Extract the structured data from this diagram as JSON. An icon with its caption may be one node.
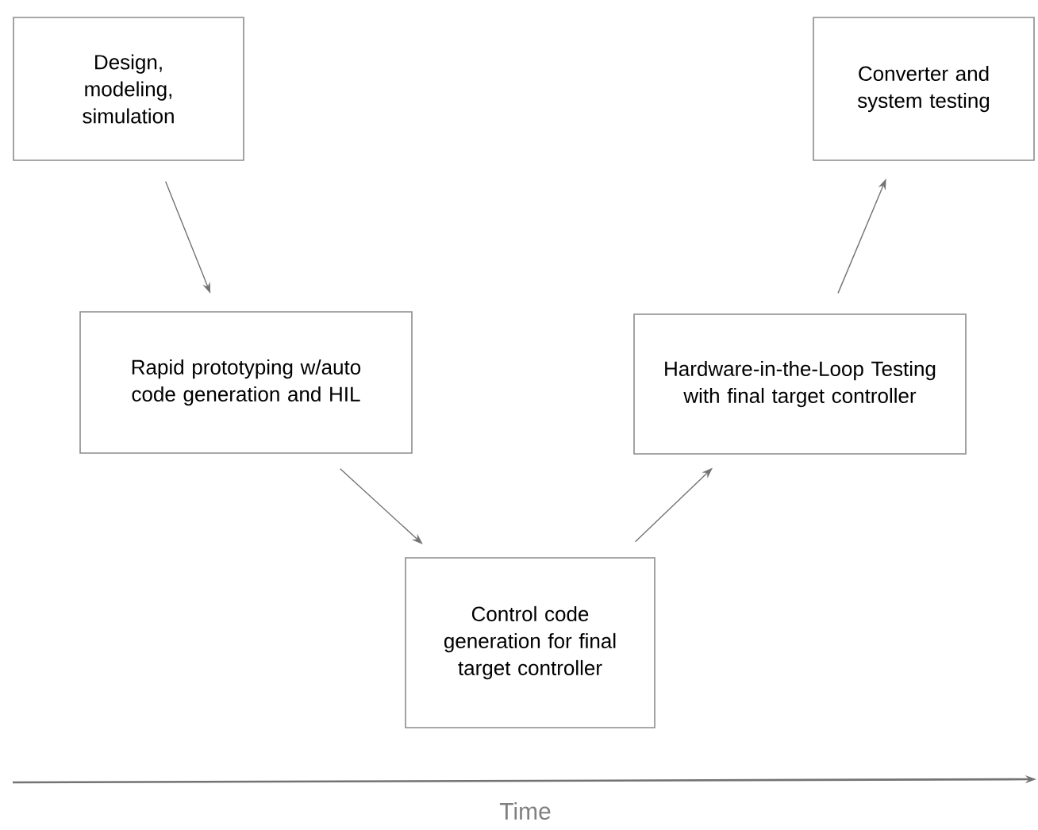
{
  "diagram": {
    "nodes": [
      {
        "text": [
          "Design, modeling, simulation"
        ]
      },
      {
        "text": [
          "Rapid prototyping w/auto code generation and HIL"
        ]
      },
      {
        "text": [
          "Control code generation for final target controller"
        ]
      },
      {
        "text": [
          "Hardware-in-the-Loop Testing with final target controller"
        ]
      },
      {
        "text": [
          "Converter and system testing"
        ]
      }
    ],
    "edges": [
      {
        "from": 0,
        "to": 1,
        "arrow": "to"
      },
      {
        "from": 1,
        "to": 2,
        "arrow": "to"
      },
      {
        "from": 2,
        "to": 3,
        "arrow": "to"
      },
      {
        "from": 3,
        "to": 4,
        "arrow": "to"
      }
    ],
    "labels": [
      "Time"
    ]
  }
}
